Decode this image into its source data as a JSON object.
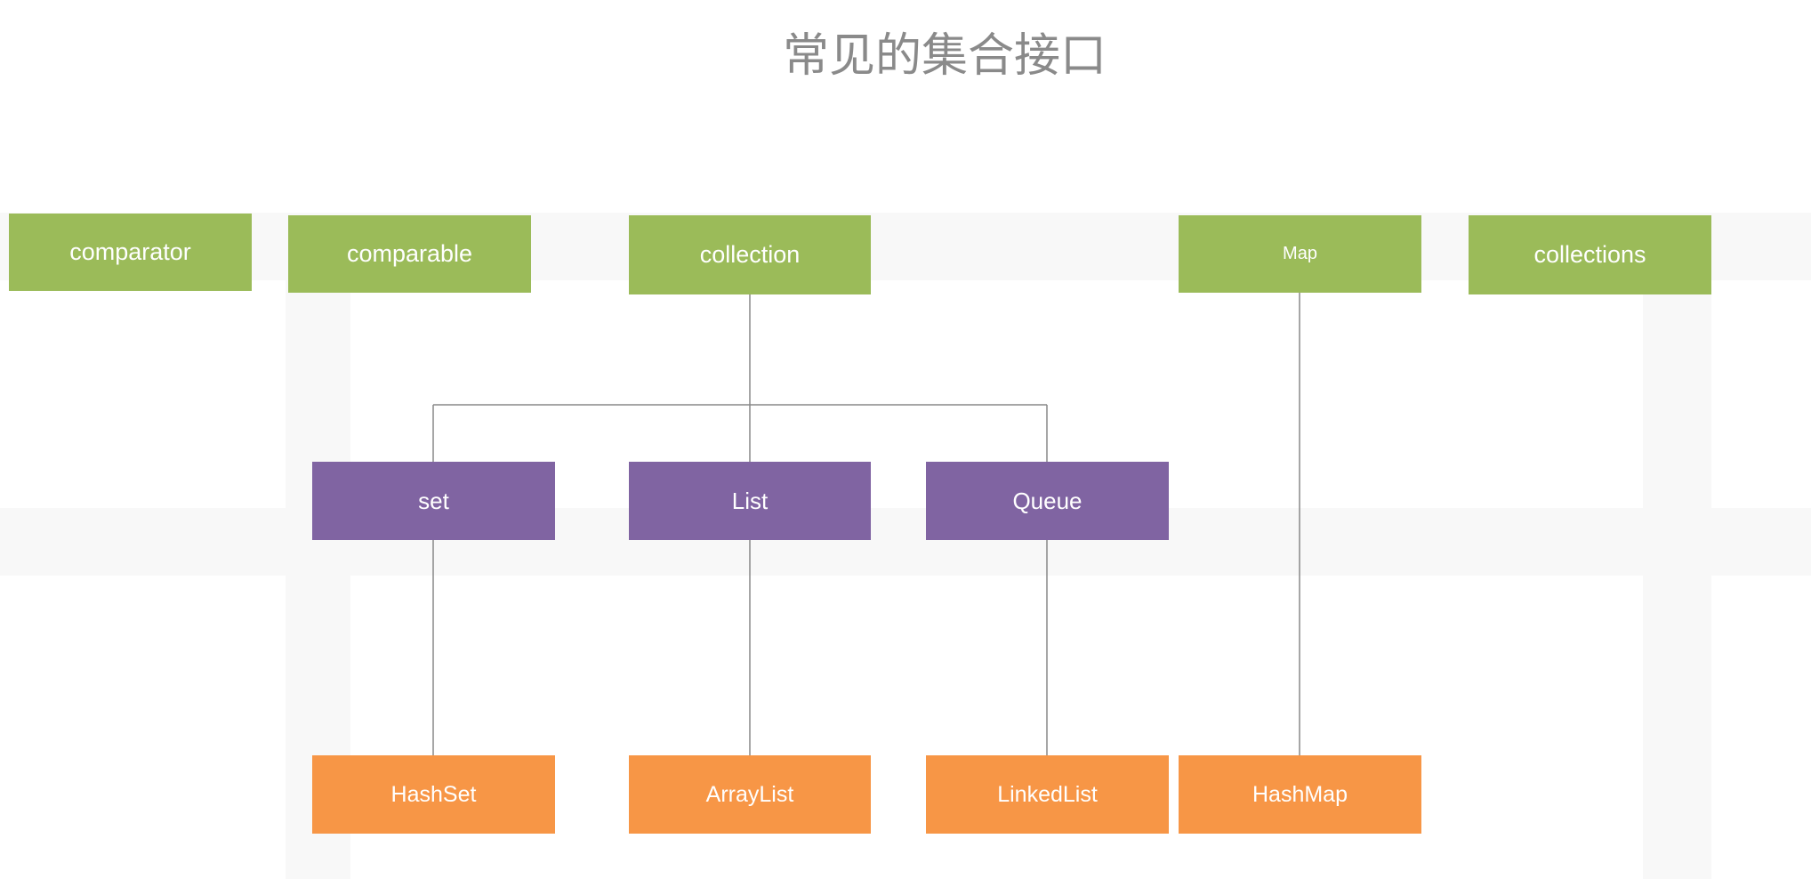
{
  "title": "常见的集合接口",
  "colors": {
    "interface_top": "#9bbb59",
    "sub_interface": "#8064a2",
    "implementation": "#f79646",
    "connector": "#888888",
    "title": "#8a8a8a"
  },
  "top_row": {
    "comparator": "comparator",
    "comparable": "comparable",
    "collection": "collection",
    "map": "Map",
    "collections": "collections"
  },
  "middle_row": {
    "set": "set",
    "list": "List",
    "queue": "Queue"
  },
  "bottom_row": {
    "hashset": "HashSet",
    "arraylist": "ArrayList",
    "linkedlist": "LinkedList",
    "hashmap": "HashMap"
  }
}
